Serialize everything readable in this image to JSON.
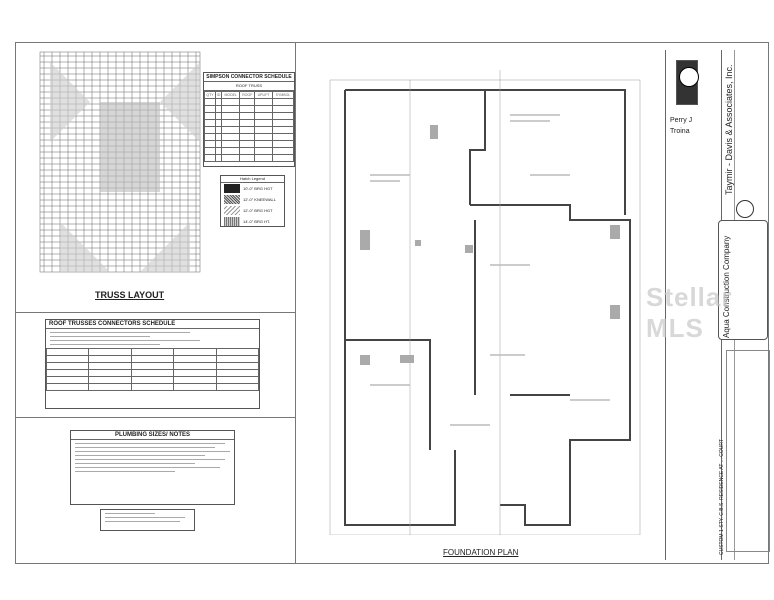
{
  "left_panel": {
    "simpson_schedule": {
      "title": "SIMPSON CONNECTOR SCHEDULE",
      "subtitle": "ROOF TRUSS",
      "columns": [
        "QTY",
        "ID",
        "MODEL",
        "ROOF",
        "UPLIFT",
        "SYMBOL"
      ]
    },
    "hatch_legend": {
      "title": "Hatch Legend",
      "items": [
        "10'-0\" BRG HGT",
        "12'-0\" KNEEWALL",
        "12'-0\" BRG HGT",
        "14'-0\" BRG HT."
      ]
    },
    "truss_layout_title": "TRUSS LAYOUT",
    "roof_schedule_title": "ROOF TRUSSES CONNECTORS SCHEDULE",
    "plumbing_title": "PLUMBING SIZES/ NOTES"
  },
  "plan": {
    "title": "FOUNDATION PLAN"
  },
  "title_block": {
    "engineer": "Perry J Troina",
    "firm": "Taymir - Davis & Associates, Inc.",
    "builder": "Aqua Construction Company",
    "project": "CUSTOM 1-STY. C.B.S. RESIDENCE AT ... COURT"
  },
  "watermark": "Stellar MLS"
}
